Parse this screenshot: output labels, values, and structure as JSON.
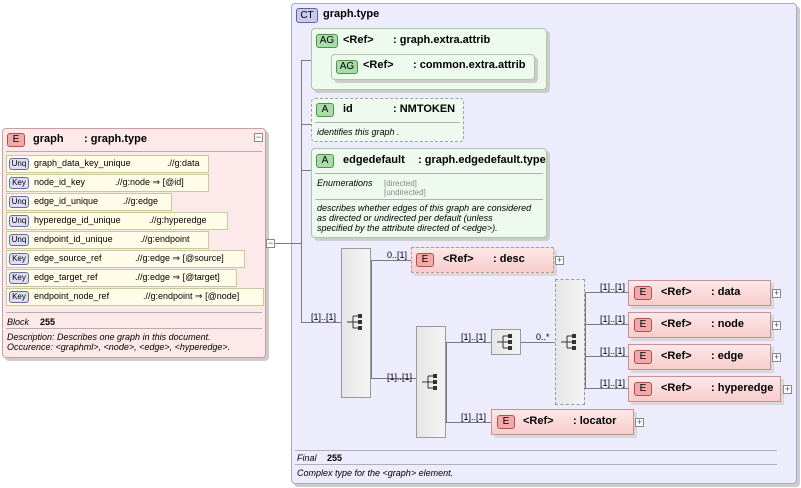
{
  "complex_type": {
    "badge": "CT",
    "name": "graph.type",
    "final_label": "Final",
    "final_value": "255",
    "description": "Complex type for the <graph> element."
  },
  "attribute_groups": [
    {
      "badge": "AG",
      "ref": "<Ref>",
      "name": ": graph.extra.attrib"
    },
    {
      "badge": "AG",
      "ref": "<Ref>",
      "name": ": common.extra.attrib"
    }
  ],
  "attr_id": {
    "badge": "A",
    "name": "id",
    "type": ": NMTOKEN",
    "description": "identifies this graph ."
  },
  "attr_edgedefault": {
    "badge": "A",
    "name": "edgedefault",
    "type": ": graph.edgedefault.type",
    "enum_label": "Enumerations",
    "enum_values": [
      "[directed]",
      "[undirected]"
    ],
    "description_lines": [
      "describes whether edges of this graph are considered",
      "as directed or undirected per default (unless",
      "specified by the attribute directed of <edge>)."
    ]
  },
  "element": {
    "badge": "E",
    "name": "graph",
    "type": ": graph.type",
    "constraints": [
      {
        "kind": "Unq",
        "name": "graph_data_key_unique",
        "selector": ".//g:data"
      },
      {
        "kind": "Key",
        "name": "node_id_key",
        "selector": ".//g:node ⇒ [@id]"
      },
      {
        "kind": "Unq",
        "name": "edge_id_unique",
        "selector": ".//g:edge"
      },
      {
        "kind": "Unq",
        "name": "hyperedge_id_unique",
        "selector": ".//g:hyperedge"
      },
      {
        "kind": "Unq",
        "name": "endpoint_id_unique",
        "selector": ".//g:endpoint"
      },
      {
        "kind": "Key",
        "name": "edge_source_ref",
        "selector": ".//g:edge ⇒ [@source]"
      },
      {
        "kind": "Key",
        "name": "edge_target_ref",
        "selector": ".//g:edge ⇒ [@target]"
      },
      {
        "kind": "Key",
        "name": "endpoint_node_ref",
        "selector": ".//g:endpoint ⇒ [@node]"
      }
    ],
    "block_label": "Block",
    "block_value": "255",
    "description": "Description: Describes one graph in this document.",
    "occurence": "Occurence: <graphml>, <node>, <edge>, <hyperedge>."
  },
  "children": {
    "desc": {
      "mult": "0..[1]",
      "badge": "E",
      "ref": "<Ref>",
      "name": ": desc"
    },
    "seq_outer_mult": "[1]..[1]",
    "seq_inner_mult": "[1]..[1]",
    "choice_mult_in": "[1]..[1]",
    "choice_mult_out": "0..*",
    "data": {
      "mult": "[1]..[1]",
      "badge": "E",
      "ref": "<Ref>",
      "name": ": data"
    },
    "node": {
      "mult": "[1]..[1]",
      "badge": "E",
      "ref": "<Ref>",
      "name": ": node"
    },
    "edge": {
      "mult": "[1]..[1]",
      "badge": "E",
      "ref": "<Ref>",
      "name": ": edge"
    },
    "hyperedge": {
      "mult": "[1]..[1]",
      "badge": "E",
      "ref": "<Ref>",
      "name": ": hyperedge"
    },
    "locator": {
      "mult": "[1]..[1]",
      "badge": "E",
      "ref": "<Ref>",
      "name": ": locator"
    }
  },
  "colors": {
    "ct_bg": "#ececfc",
    "element_bg": "#fde9e9",
    "attr_bg": "#eefaee"
  }
}
